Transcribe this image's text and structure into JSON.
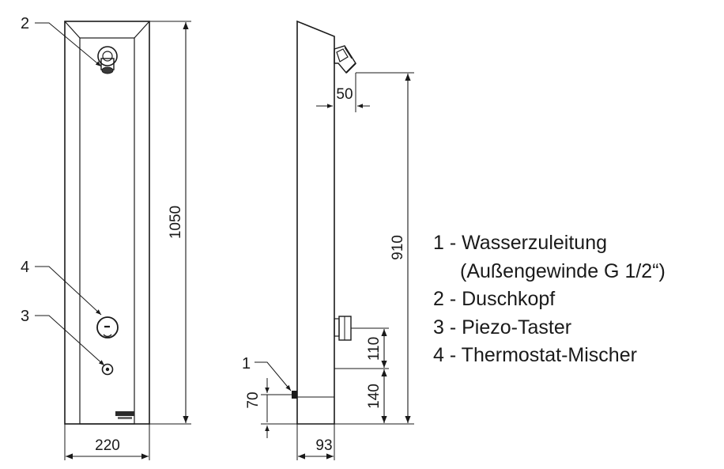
{
  "dimensions": {
    "height_total": "1050",
    "width_front": "220",
    "connection_height": "910",
    "shower_offset": "50",
    "mixer_spacing": "110",
    "mixer_height": "140",
    "inlet_height": "70",
    "depth": "93"
  },
  "callouts": {
    "front_shower": "2",
    "front_mixer": "4",
    "front_piezo": "3",
    "side_inlet": "1"
  },
  "legend": {
    "item1": "1 - Wasserzuleitung",
    "item1_detail": "(Außengewinde G 1/2“)",
    "item2": "2 - Duschkopf",
    "item3": "3 - Piezo-Taster",
    "item4": "4 - Thermostat-Mischer"
  }
}
